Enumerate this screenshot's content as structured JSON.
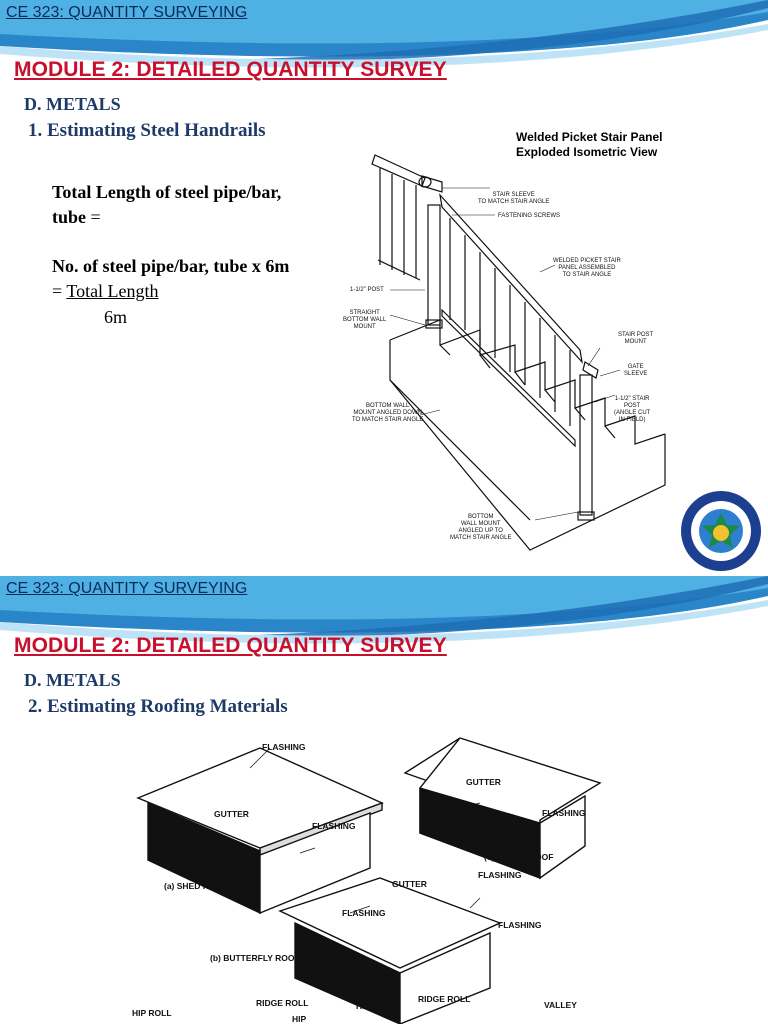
{
  "slides": [
    {
      "course": "CE 323: QUANTITY SURVEYING",
      "module": "MODULE 2: DETAILED QUANTITY SURVEY",
      "section": "D. METALS",
      "subsection": "1. Estimating Steel Handrails",
      "formula": {
        "line1": "Total Length of steel pipe/bar,",
        "line2_bold": "tube",
        "line2_rest": " =",
        "line3": "No. of steel pipe/bar, tube x 6m",
        "line4_eq": "= ",
        "line4_underlined": "Total Length",
        "line5": "6m"
      },
      "figure": {
        "title_line1": "Welded Picket Stair Panel",
        "title_line2": "Exploded Isometric View",
        "labels": {
          "stair_sleeve": "STAIR SLEEVE\nTO MATCH STAIR ANGLE",
          "fastening_screws": "FASTENING SCREWS",
          "welded_picket": "WELDED PICKET STAIR\nPANEL ASSEMBLED\nTO STAIR ANGLE",
          "post": "1-1/2\" POST",
          "straight_mount": "STRAIGHT\nBOTTOM WALL\nMOUNT",
          "stair_post_mount": "STAIR POST\nMOUNT",
          "gate_sleeve": "GATE\nSLEEVE",
          "stair_post": "1-1/2\" STAIR\nPOST\n(ANGLE CUT\nIN FIELD)",
          "bottom_mount_angled": "BOTTOM WALL\nMOUNT ANGLED DOWN\nTO MATCH STAIR ANGLE",
          "bottom_mount": "BOTTOM\nWALL MOUNT\nANGLED UP TO\nMATCH STAIR ANGLE"
        }
      },
      "colors": {
        "header_blue": "#1f6fb5",
        "module_red": "#c8102e",
        "heading_navy": "#1e3a66"
      }
    },
    {
      "course": "CE 323: QUANTITY SURVEYING",
      "module": "MODULE 2: DETAILED QUANTITY SURVEY",
      "section": "D. METALS",
      "subsection": "2. Estimating Roofing Materials",
      "roof_labels": {
        "flashing": "FLASHING",
        "gutter": "GUTTER",
        "shed": "(a) SHED ROOF",
        "gable": "(c) GABLE ROOF",
        "butterfly": "(b) BUTTERFLY ROOF",
        "ridge_roll": "RIDGE ROLL",
        "hip_roll": "HIP ROLL",
        "hip": "HIP",
        "valley": "VALLEY"
      }
    }
  ]
}
